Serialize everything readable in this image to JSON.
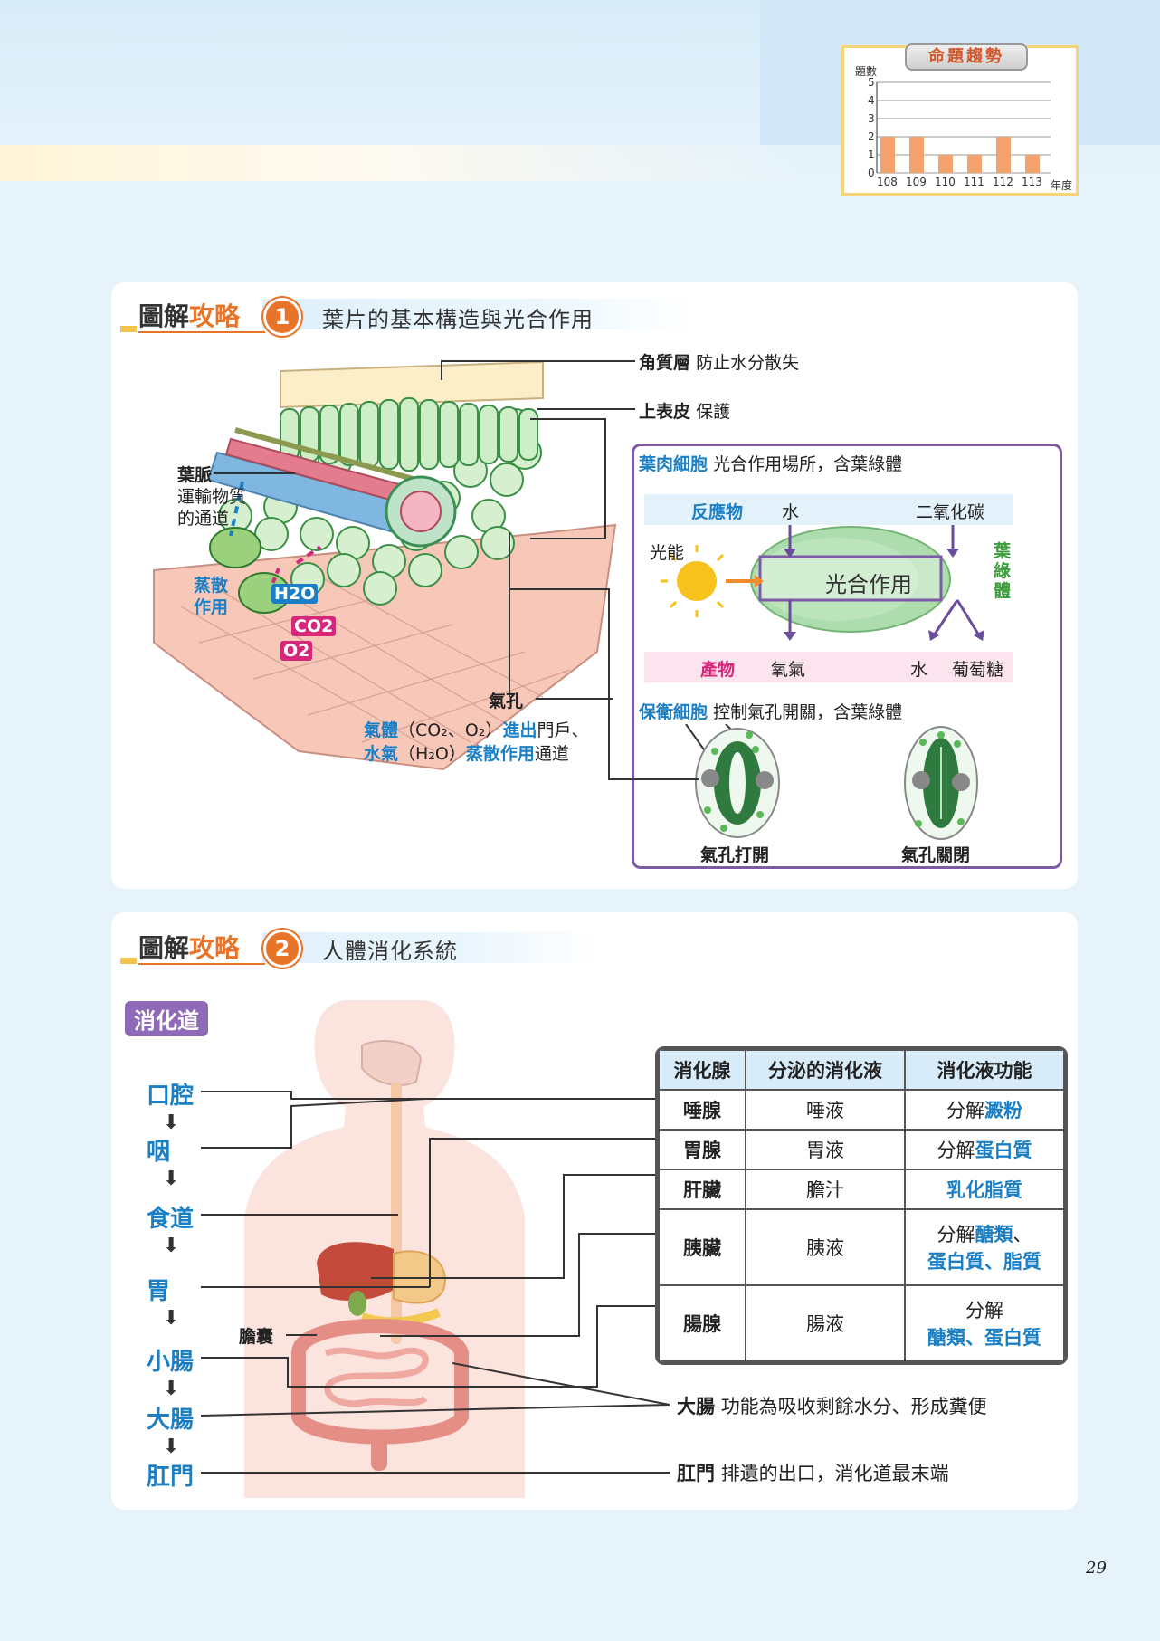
{
  "trend": {
    "title": "命題趨勢",
    "ylabel": "題數",
    "xlabel": "年度",
    "yticks": [
      "5",
      "4",
      "3",
      "2",
      "1",
      "0"
    ],
    "years": [
      "108",
      "109",
      "110",
      "111",
      "112",
      "113"
    ],
    "counts": [
      2,
      2,
      1,
      1,
      2,
      1
    ],
    "bar_color": "#f2a26a"
  },
  "section1": {
    "head_a": "圖解",
    "head_b": "攻略",
    "num": "1",
    "subtitle": "葉片的基本構造與光合作用",
    "cuticle": {
      "name": "角質層",
      "desc": "防止水分散失"
    },
    "upper_epidermis": {
      "name": "上表皮",
      "desc": "保護"
    },
    "mesophyll": {
      "name": "葉肉細胞",
      "desc": "光合作用場所，含葉綠體"
    },
    "vein": {
      "name": "葉脈",
      "desc1": "運輸物質",
      "desc2": "的通道"
    },
    "transpiration": {
      "line1": "蒸散",
      "line2": "作用"
    },
    "h2o": "H2O",
    "co2": "CO2",
    "o2": "O2",
    "stoma": {
      "name": "氣孔",
      "l1_a": "氣體",
      "l1_b": "（CO₂、O₂）",
      "l1_c": "進出",
      "l1_d": "門戶、",
      "l2_a": "水氣",
      "l2_b": "（H₂O）",
      "l2_c": "蒸散作用",
      "l2_d": "通道"
    },
    "photo": {
      "reactant_label": "反應物",
      "water": "水",
      "co2": "二氧化碳",
      "light": "光能",
      "process": "光合作用",
      "chloroplast": "葉綠體",
      "product_label": "產物",
      "oxygen": "氧氣",
      "water2": "水",
      "glucose": "葡萄糖"
    },
    "guard": {
      "name": "保衛細胞",
      "desc": "控制氣孔開關，含葉綠體"
    },
    "open_label": "氣孔打開",
    "closed_label": "氣孔關閉"
  },
  "section2": {
    "head_a": "圖解",
    "head_b": "攻略",
    "num": "2",
    "subtitle": "人體消化系統",
    "tag": "消化道",
    "tract": [
      "口腔",
      "咽",
      "食道",
      "胃",
      "小腸",
      "大腸",
      "肛門"
    ],
    "gallbladder": "膽囊",
    "table": {
      "headers": [
        "消化腺",
        "分泌的消化液",
        "消化液功能"
      ],
      "rows": [
        {
          "gland": "唾腺",
          "juice": "唾液",
          "f1": "分解",
          "f2": "澱粉",
          "f3": "",
          "f4": ""
        },
        {
          "gland": "胃腺",
          "juice": "胃液",
          "f1": "分解",
          "f2": "蛋白質",
          "f3": "",
          "f4": ""
        },
        {
          "gland": "肝臟",
          "juice": "膽汁",
          "f1": "",
          "f2": "乳化脂質",
          "f3": "",
          "f4": ""
        },
        {
          "gland": "胰臟",
          "juice": "胰液",
          "f1": "分解",
          "f2": "醣類",
          "f3": "、",
          "f4": "蛋白質、脂質"
        },
        {
          "gland": "腸腺",
          "juice": "腸液",
          "f1": "分解",
          "f2": "",
          "f3": "",
          "f4": "醣類、蛋白質"
        }
      ]
    },
    "large_int": {
      "name": "大腸",
      "desc": "功能為吸收剩餘水分、形成糞便"
    },
    "anus": {
      "name": "肛門",
      "desc": "排遺的出口，消化道最末端"
    }
  },
  "page_number": "29"
}
